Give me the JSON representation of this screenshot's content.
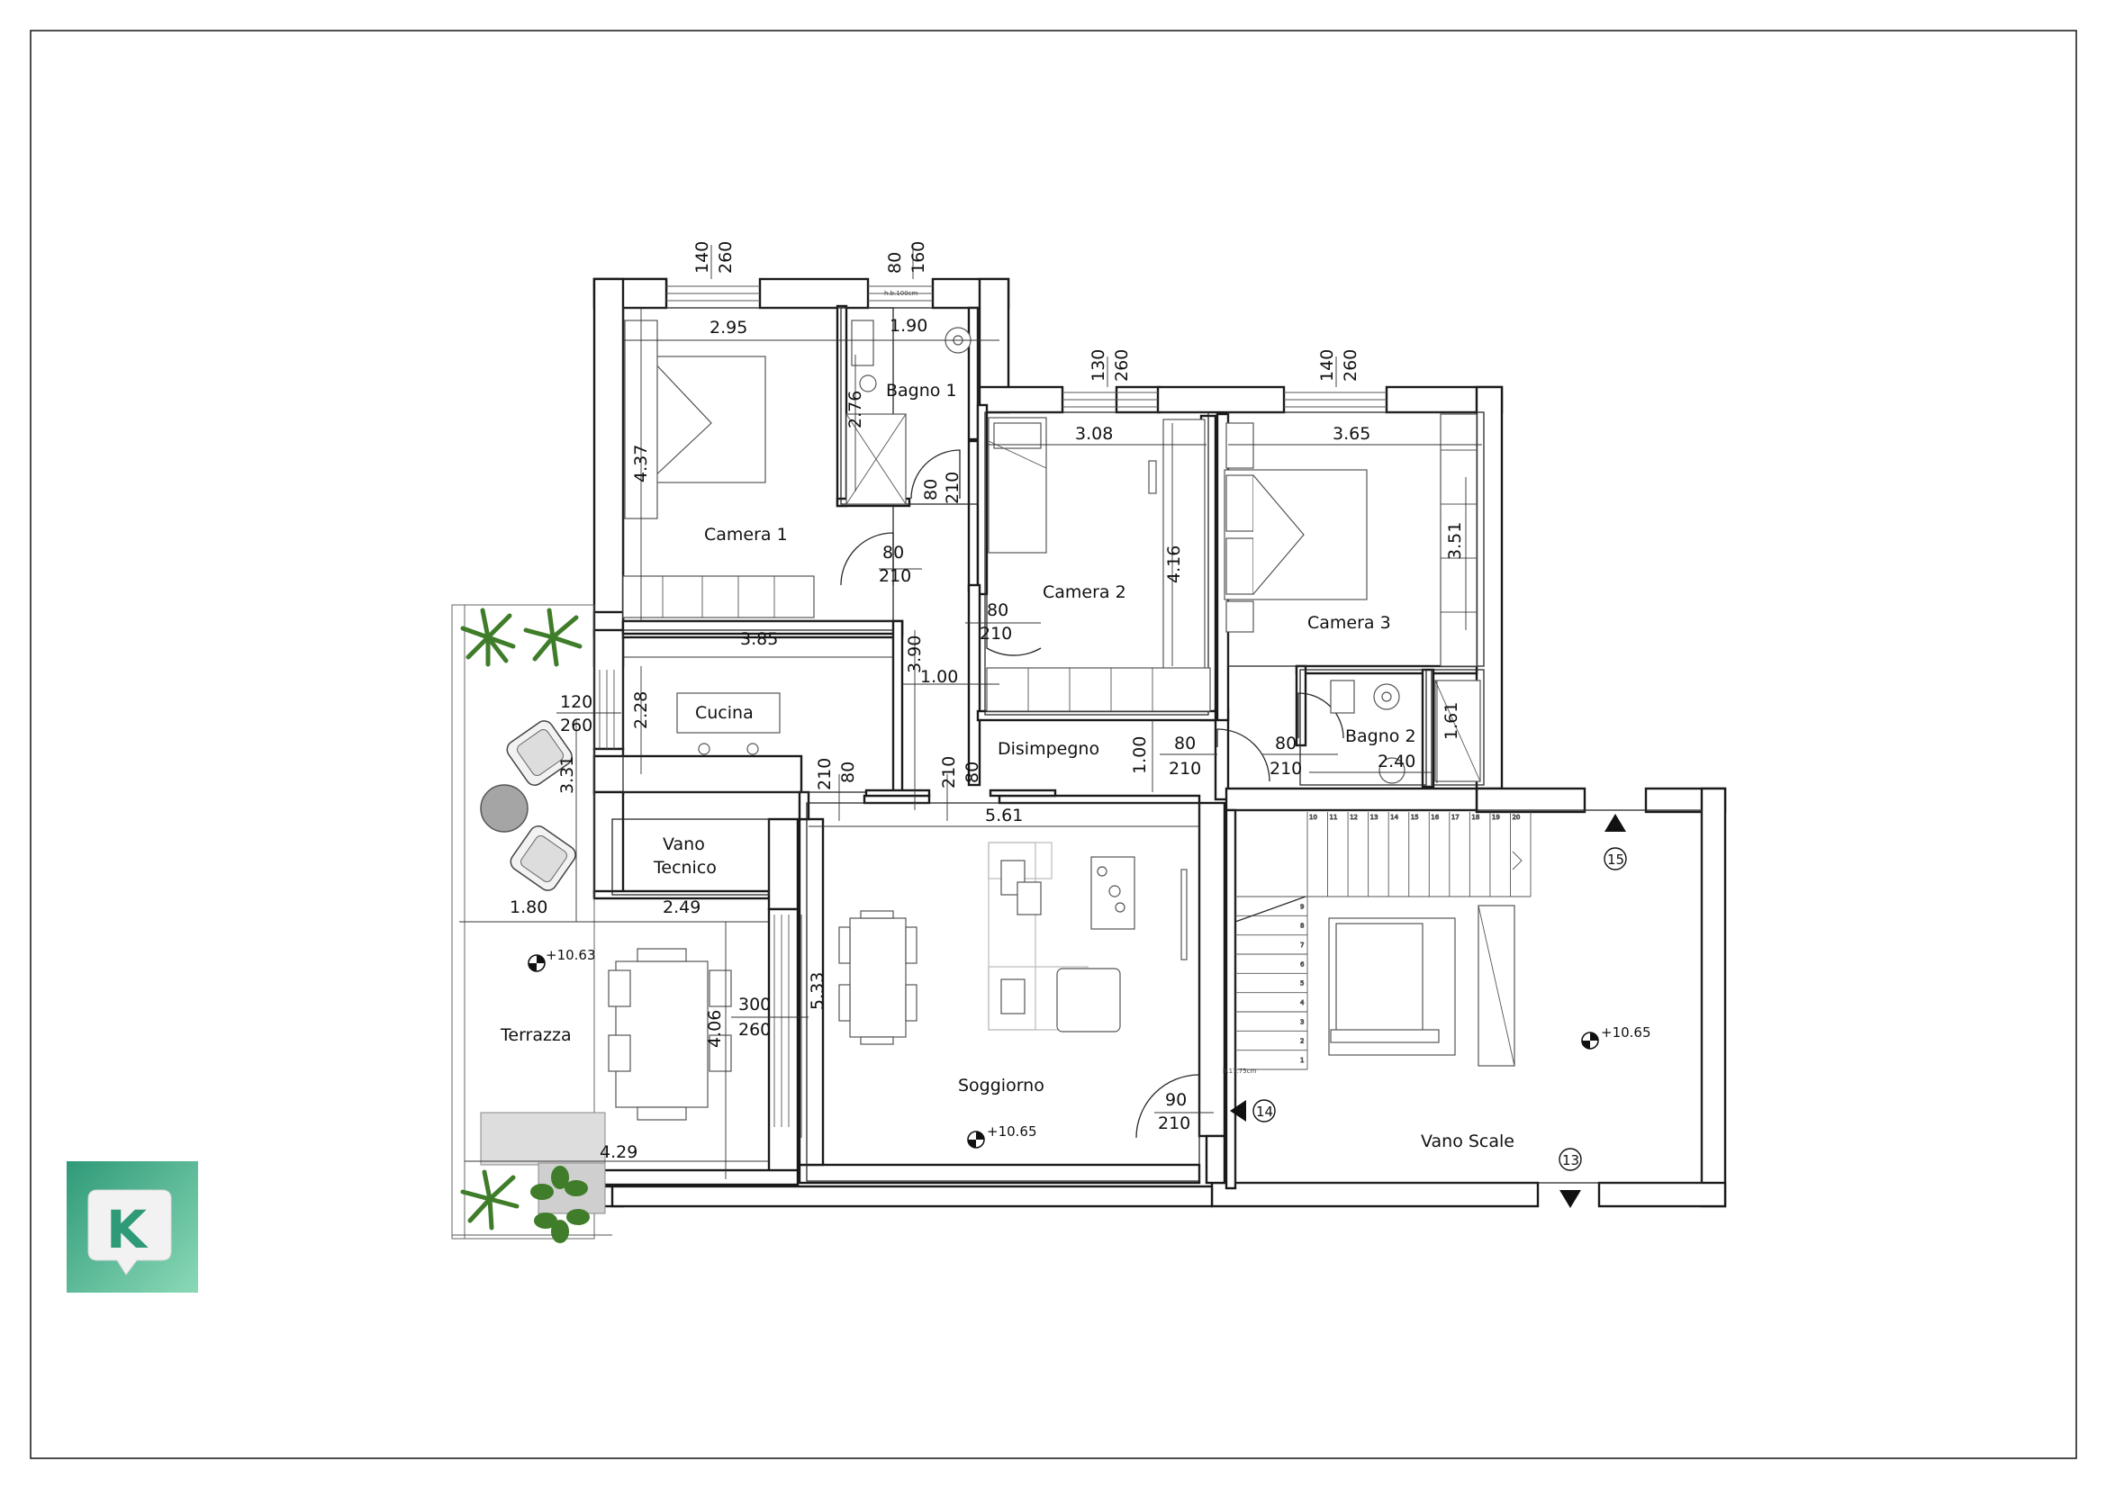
{
  "rooms": {
    "camera1": "Camera 1",
    "bagno1": "Bagno 1",
    "camera2": "Camera 2",
    "camera3": "Camera 3",
    "cucina": "Cucina",
    "disimpegno": "Disimpegno",
    "bagno2": "Bagno 2",
    "vano_tecnico_1": "Vano",
    "vano_tecnico_2": "Tecnico",
    "terrazza": "Terrazza",
    "soggiorno": "Soggiorno",
    "vano_scale": "Vano Scale"
  },
  "dimensions": {
    "camera1_w": "2.95",
    "camera1_h": "4.37",
    "bagno1_w": "1.90",
    "bagno1_h": "2.76",
    "camera2_w": "3.08",
    "camera2_h": "4.16",
    "camera3_w": "3.65",
    "camera3_h": "3.51",
    "cucina_w": "3.85",
    "cucina_h": "2.28",
    "corridor_w": "1.00",
    "corridor_h": "3.90",
    "disimpegno_h": "1.00",
    "bagno2_w": "2.40",
    "bagno2_h": "1.61",
    "soggiorno_w": "5.61",
    "soggiorno_h": "5.33",
    "terrazza_a": "1.80",
    "terrazza_b": "2.49",
    "terrazza_c": "3.31",
    "terrazza_d": "4.06",
    "terrazza_e": "4.29"
  },
  "openings": {
    "win_camera1": [
      "140",
      "260"
    ],
    "win_bagno1": [
      "80",
      "160"
    ],
    "win_bagno1_note": "h.b.100cm",
    "win_camera2": [
      "130",
      "260"
    ],
    "win_camera3": [
      "140",
      "260"
    ],
    "door_bagno1": [
      "80",
      "210"
    ],
    "door_camera1": [
      "80",
      "210"
    ],
    "door_camera2": [
      "80",
      "210"
    ],
    "win_cucina": [
      "120",
      "260"
    ],
    "door_cucina": [
      "80",
      "210"
    ],
    "door_disimpegno": [
      "80",
      "210"
    ],
    "door_soggiorno_disimpegno": [
      "80",
      "210"
    ],
    "door_bagno2": [
      "80",
      "210"
    ],
    "win_soggiorno": [
      "300",
      "260"
    ],
    "door_ingresso": [
      "90",
      "210"
    ]
  },
  "levels": {
    "terrazza": "+10.63",
    "soggiorno": "+10.65",
    "vano_scale": "+10.65"
  },
  "markers": {
    "m14": "14",
    "m15": "15",
    "m13": "13"
  },
  "stairs": {
    "step_numbers": [
      "1",
      "2",
      "3",
      "4",
      "5",
      "6",
      "7",
      "8",
      "9",
      "10",
      "11",
      "12",
      "13",
      "14",
      "15",
      "16",
      "17",
      "18",
      "19",
      "20"
    ],
    "riser_note": "h.17.75cm"
  },
  "logo": {
    "letter": "K",
    "color_top": "#2f9a78",
    "color_bottom": "#7fd6b3"
  },
  "colors": {
    "wall": "#1a1a1a",
    "plant": "#3f7d2a",
    "table": "#7d7564"
  }
}
